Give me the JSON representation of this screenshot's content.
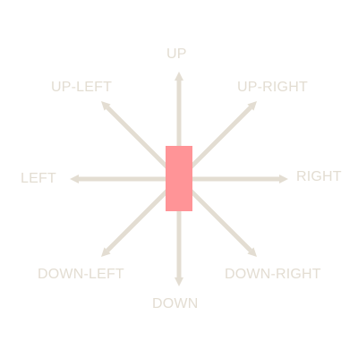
{
  "diagram": {
    "directions": {
      "up": "UP",
      "up_left": "UP-LEFT",
      "up_right": "UP-RIGHT",
      "left": "LEFT",
      "right": "RIGHT",
      "down_left": "DOWN-LEFT",
      "down_right": "DOWN-RIGHT",
      "down": "DOWN"
    },
    "colors": {
      "arrow": "#e3ddd2",
      "label": "#e3ddd2",
      "center_block": "#ff9497",
      "background": "#ffffff"
    }
  }
}
